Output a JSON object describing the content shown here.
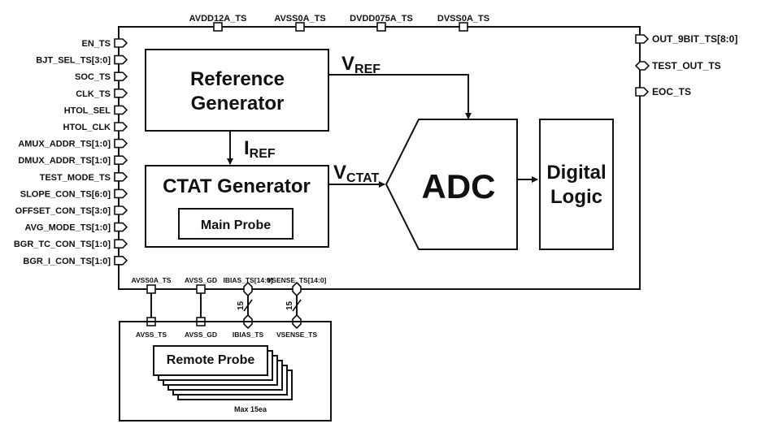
{
  "colors": {
    "stroke": "#111111",
    "background": "#ffffff",
    "text": "#111111"
  },
  "top_pins": [
    "AVDD12A_TS",
    "AVSS0A_TS",
    "DVDD075A_TS",
    "DVSS0A_TS"
  ],
  "left_pins": [
    "EN_TS",
    "BJT_SEL_TS[3:0]",
    "SOC_TS",
    "CLK_TS",
    "HTOL_SEL",
    "HTOL_CLK",
    "AMUX_ADDR_TS[1:0]",
    "DMUX_ADDR_TS[1:0]",
    "TEST_MODE_TS",
    "SLOPE_CON_TS[6:0]",
    "OFFSET_CON_TS[3:0]",
    "AVG_MODE_TS[1:0]",
    "BGR_TC_CON_TS[1:0]",
    "BGR_I_CON_TS[1:0]"
  ],
  "right_pins": [
    {
      "label": "OUT_9BIT_TS[8:0]",
      "type": "output"
    },
    {
      "label": "TEST_OUT_TS",
      "type": "bidirectional"
    },
    {
      "label": "EOC_TS",
      "type": "output"
    }
  ],
  "bottom_pins": [
    "AVSS0A_TS",
    "AVSS_GD",
    "IBIAS_TS[14:0]",
    "VSENSE_TS[14:0]"
  ],
  "blocks": {
    "reference_generator": [
      "Reference",
      "Generator"
    ],
    "ctat_generator": "CTAT Generator",
    "main_probe": "Main Probe",
    "adc": "ADC",
    "digital_logic": [
      "Digital",
      "Logic"
    ]
  },
  "signals": {
    "vref": {
      "main": "V",
      "sub": "REF"
    },
    "iref": {
      "main": "I",
      "sub": "REF"
    },
    "vctat": {
      "main": "V",
      "sub": "CTAT"
    }
  },
  "bus_width": "15",
  "remote": {
    "pins": [
      "AVSS_TS",
      "AVSS_GD",
      "IBIAS_TS",
      "VSENSE_TS"
    ],
    "title": "Remote Probe",
    "count_label": "Max 15ea"
  }
}
